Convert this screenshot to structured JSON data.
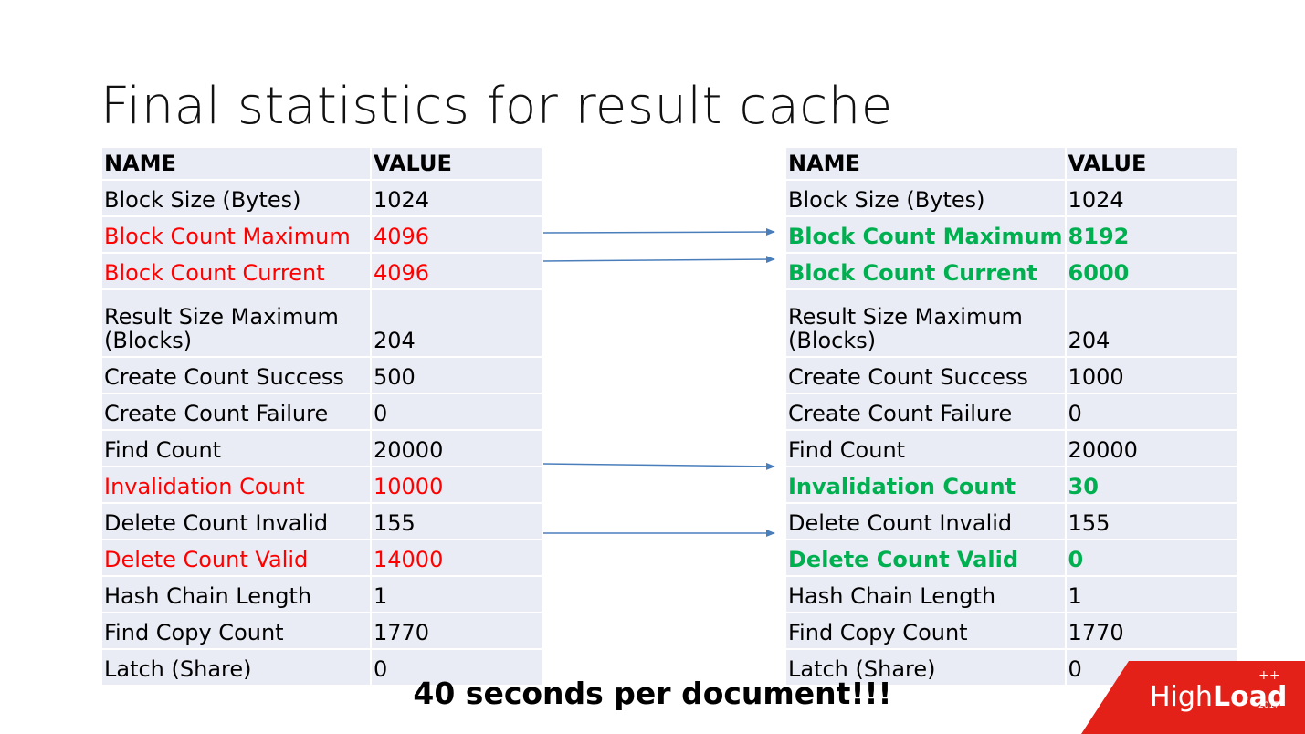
{
  "title": "Final statistics for result cache",
  "headers": {
    "name": "NAME",
    "value": "VALUE"
  },
  "left_rows": [
    {
      "name": "Block Size (Bytes)",
      "value": "1024",
      "style": "normal"
    },
    {
      "name": "Block Count Maximum",
      "value": "4096",
      "style": "red"
    },
    {
      "name": "Block Count Current",
      "value": "4096",
      "style": "red"
    },
    {
      "name_line1": "Result Size Maximum",
      "name_line2": "(Blocks)",
      "value": "204",
      "style": "normal"
    },
    {
      "name": "Create Count Success",
      "value": "500",
      "style": "normal"
    },
    {
      "name": "Create Count Failure",
      "value": "0",
      "style": "normal"
    },
    {
      "name": "Find Count",
      "value": "20000",
      "style": "normal"
    },
    {
      "name": "Invalidation Count",
      "value": "10000",
      "style": "red"
    },
    {
      "name": "Delete Count Invalid",
      "value": "155",
      "style": "normal"
    },
    {
      "name": "Delete Count Valid",
      "value": "14000",
      "style": "red"
    },
    {
      "name": "Hash Chain Length",
      "value": "1",
      "style": "normal"
    },
    {
      "name": "Find Copy Count",
      "value": "1770",
      "style": "normal"
    },
    {
      "name": "Latch (Share)",
      "value": "0",
      "style": "normal"
    }
  ],
  "right_rows": [
    {
      "name": "Block Size (Bytes)",
      "value": "1024",
      "style": "normal"
    },
    {
      "name": "Block Count Maximum",
      "value": "8192",
      "style": "green"
    },
    {
      "name": "Block Count Current",
      "value": "6000",
      "style": "green"
    },
    {
      "name_line1": "Result Size Maximum",
      "name_line2": "(Blocks)",
      "value": "204",
      "style": "normal"
    },
    {
      "name": "Create Count Success",
      "value": "1000",
      "style": "normal"
    },
    {
      "name": "Create Count Failure",
      "value": "0",
      "style": "normal"
    },
    {
      "name": "Find Count",
      "value": "20000",
      "style": "normal"
    },
    {
      "name": "Invalidation Count",
      "value": "30",
      "style": "green"
    },
    {
      "name": "Delete Count Invalid",
      "value": "155",
      "style": "normal"
    },
    {
      "name": "Delete Count Valid",
      "value": "0",
      "style": "green"
    },
    {
      "name": "Hash Chain Length",
      "value": "1",
      "style": "normal"
    },
    {
      "name": "Find Copy Count",
      "value": "1770",
      "style": "normal"
    },
    {
      "name": "Latch (Share)",
      "value": "0",
      "style": "normal"
    }
  ],
  "footer": "40 seconds per document!!!",
  "logo": {
    "high": "High",
    "load": "Load",
    "sup": "++",
    "year": "2017"
  },
  "colors": {
    "red": "#ff0000",
    "green": "#00b050",
    "cell_bg": "#e9ecf4",
    "arrow": "#4a7ebb",
    "logo_bg": "#e32119"
  }
}
